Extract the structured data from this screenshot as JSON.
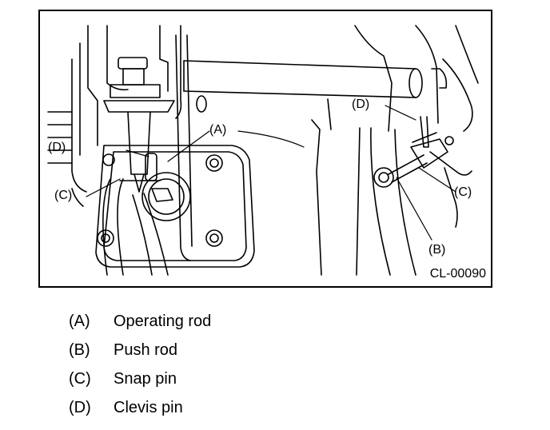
{
  "figure": {
    "id": "CL-00090",
    "callouts": {
      "a": "(A)",
      "b": "(B)",
      "c_left": "(C)",
      "c_right": "(C)",
      "d_left": "(D)",
      "d_right": "(D)"
    }
  },
  "legend": [
    {
      "key": "(A)",
      "text": "Operating rod"
    },
    {
      "key": "(B)",
      "text": "Push rod"
    },
    {
      "key": "(C)",
      "text": "Snap pin"
    },
    {
      "key": "(D)",
      "text": "Clevis pin"
    }
  ]
}
